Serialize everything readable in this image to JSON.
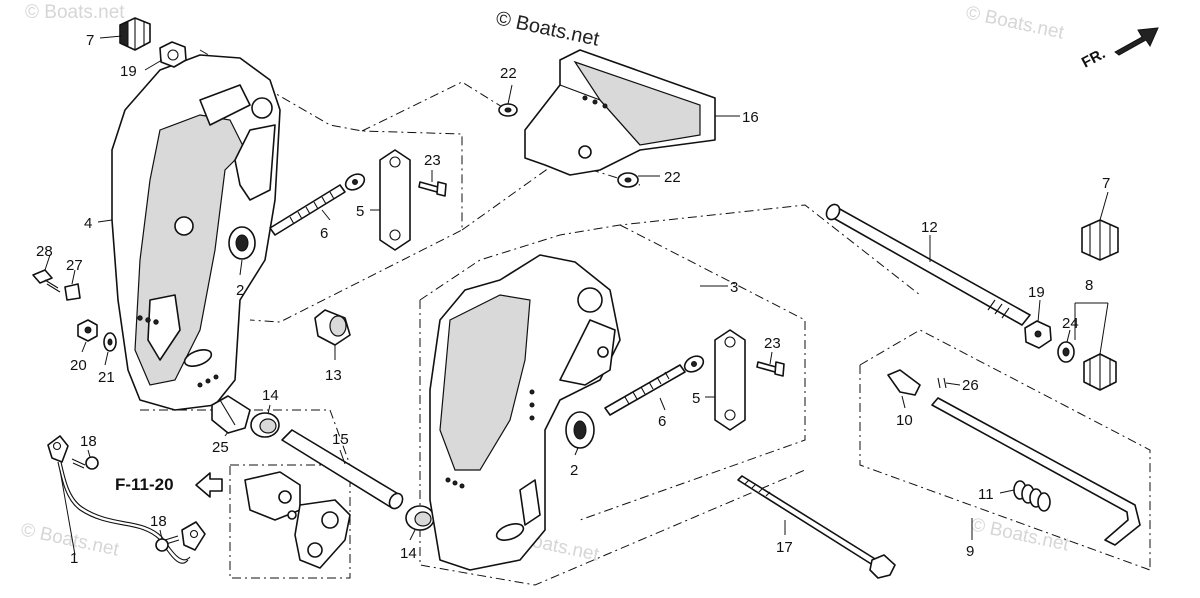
{
  "watermarks": {
    "main": "© Boats.net",
    "faint": "© Boats.net"
  },
  "fr_arrow": {
    "label": "FR.",
    "icon": "arrow-icon"
  },
  "reference": {
    "label": "F-11-20",
    "icon": "hollow-arrow-left-icon"
  },
  "callouts": {
    "c1": "1",
    "c2a": "2",
    "c2b": "2",
    "c3": "3",
    "c4": "4",
    "c5a": "5",
    "c5b": "5",
    "c6a": "6",
    "c6b": "6",
    "c7a": "7",
    "c7b": "7",
    "c8": "8",
    "c9": "9",
    "c10": "10",
    "c11": "11",
    "c12": "12",
    "c13": "13",
    "c14a": "14",
    "c14b": "14",
    "c15": "15",
    "c16": "16",
    "c17": "17",
    "c18a": "18",
    "c18b": "18",
    "c19a": "19",
    "c19b": "19",
    "c20": "20",
    "c21": "21",
    "c22a": "22",
    "c22b": "22",
    "c23a": "23",
    "c23b": "23",
    "c24": "24",
    "c25": "25",
    "c26": "26",
    "c27": "27",
    "c28": "28"
  }
}
